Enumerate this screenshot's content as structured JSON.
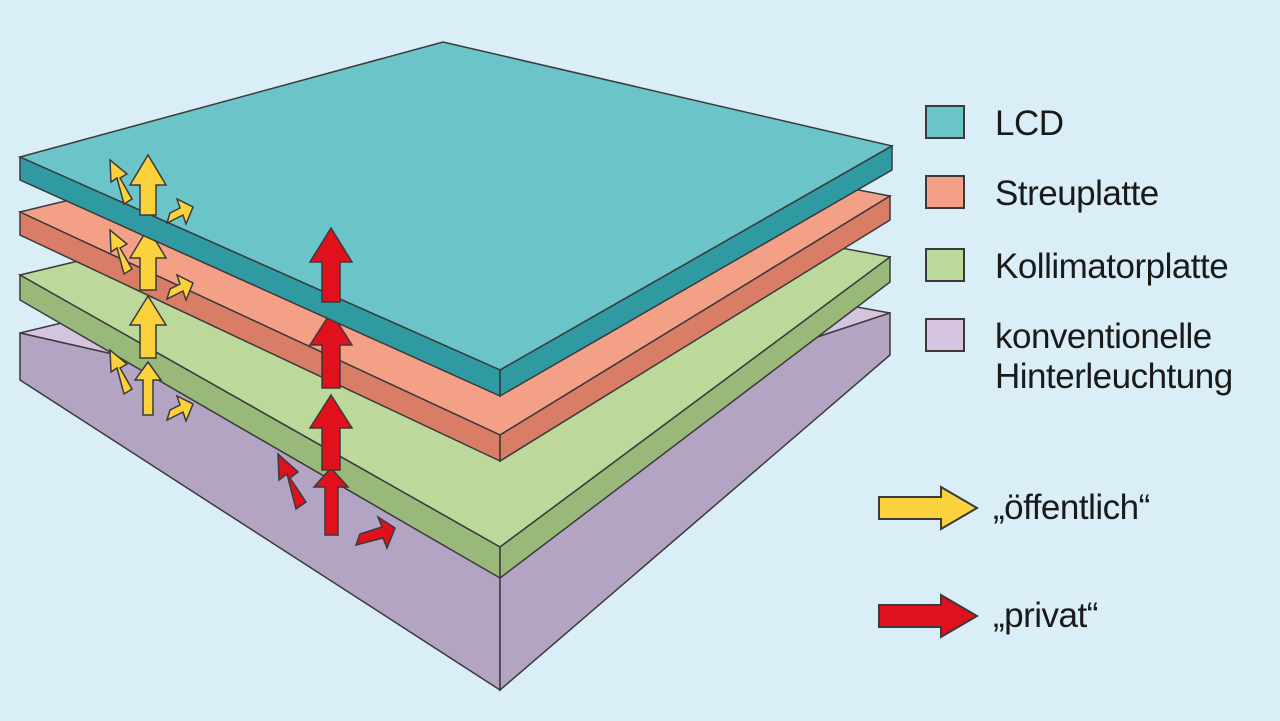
{
  "layers": [
    {
      "key": "lcd",
      "label": "LCD",
      "color": "#6bc4c8",
      "dark": "#2f9aa2"
    },
    {
      "key": "diffuser",
      "label": "Streuplatte",
      "color": "#f4a086",
      "dark": "#d97d66"
    },
    {
      "key": "collimator",
      "label": "Kollimatorplatte",
      "color": "#bcd89a",
      "dark": "#98b97a"
    },
    {
      "key": "backlight",
      "label": "konventionelle\nHinterleuchtung",
      "color": "#d4c4e0",
      "dark": "#b3a4c3"
    }
  ],
  "arrow_keys": [
    {
      "key": "public",
      "label": "„öffentlich“",
      "color": "#fbd23c"
    },
    {
      "key": "private",
      "label": "„privat“",
      "color": "#e0101c"
    }
  ],
  "outline_color": "#3a3a3a",
  "background_color": "#d9eef6"
}
